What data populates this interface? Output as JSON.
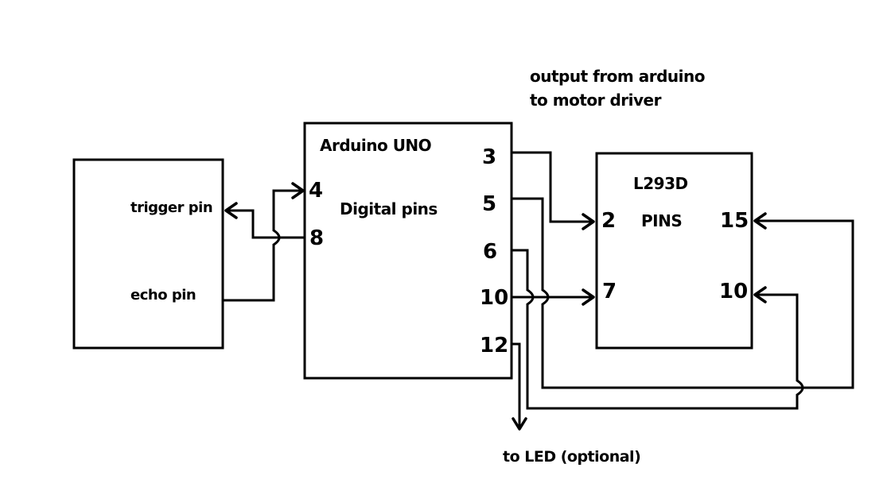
{
  "colors": {
    "ink": "#000000",
    "background": "#ffffff"
  },
  "notes": {
    "top_line1": "output from arduino",
    "top_line2": "to motor driver",
    "bottom": "to LED (optional)"
  },
  "sensor_box": {
    "trigger_label": "trigger pin",
    "echo_label": "echo pin"
  },
  "arduino_box": {
    "title": "Arduino UNO",
    "subtitle": "Digital pins",
    "left_pins": [
      {
        "label": "4"
      },
      {
        "label": "8"
      }
    ],
    "right_pins": [
      {
        "label": "3"
      },
      {
        "label": "5"
      },
      {
        "label": "6"
      },
      {
        "label": "10"
      },
      {
        "label": "12"
      }
    ]
  },
  "l293d_box": {
    "title": "L293D",
    "subtitle": "PINS",
    "left_pins": [
      {
        "label": "2"
      },
      {
        "label": "7"
      }
    ],
    "right_pins": [
      {
        "label": "15"
      },
      {
        "label": "10"
      }
    ]
  },
  "connections": [
    {
      "from": "arduino-pin-8",
      "to": "sensor-trigger-pin"
    },
    {
      "from": "sensor-echo-pin",
      "to": "arduino-pin-4"
    },
    {
      "from": "arduino-pin-3",
      "to": "l293d-pin-2"
    },
    {
      "from": "arduino-pin-5",
      "to": "l293d-pin-15"
    },
    {
      "from": "arduino-pin-6",
      "to": "l293d-pin-10"
    },
    {
      "from": "arduino-pin-10",
      "to": "l293d-pin-7"
    },
    {
      "from": "arduino-pin-12",
      "to": "led-optional"
    }
  ]
}
